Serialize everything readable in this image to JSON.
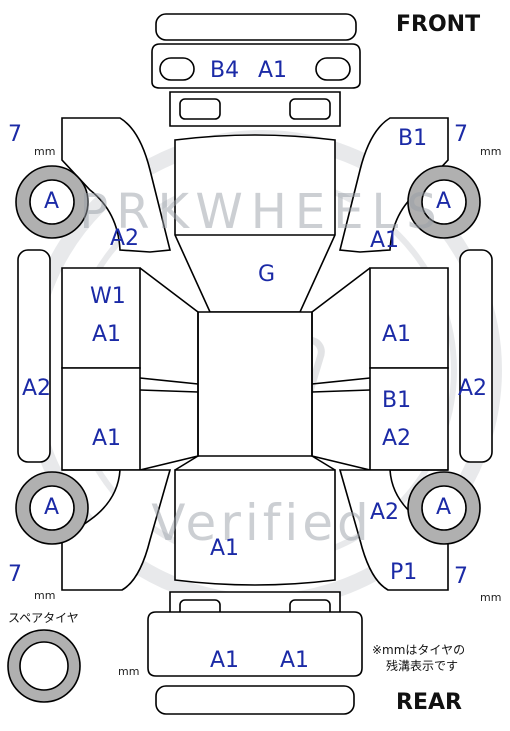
{
  "labels": {
    "front": "FRONT",
    "rear": "REAR",
    "spare_tire": "スペアタイヤ",
    "note_line1": "※mmはタイヤの",
    "note_line2": "残溝表示です"
  },
  "watermark": {
    "top_text": "PRKWHEELS",
    "bottom_text": "Verified"
  },
  "units": {
    "mm": "mm"
  },
  "tires": {
    "front_left": {
      "grade": "A",
      "tread": "7"
    },
    "front_right": {
      "grade": "A",
      "tread": "7"
    },
    "rear_left": {
      "grade": "A",
      "tread": "7"
    },
    "rear_right": {
      "grade": "A",
      "tread": "7"
    }
  },
  "panels": {
    "front_bumper_1": "B4",
    "front_bumper_2": "A1",
    "right_fender": "B1",
    "left_fender_lower": "A2",
    "right_fender_lower": "A1",
    "hood": "G",
    "left_front_door_1": "W1",
    "left_front_door_2": "A1",
    "right_front_door": "A1",
    "left_side_sill": "A2",
    "right_side_sill": "A2",
    "left_rear_door": "A1",
    "right_rear_door_1": "B1",
    "right_rear_door_2": "A2",
    "right_quarter": "A2",
    "trunk": "A1",
    "right_rear_corner": "P1",
    "rear_bumper_1": "A1",
    "rear_bumper_2": "A1"
  }
}
